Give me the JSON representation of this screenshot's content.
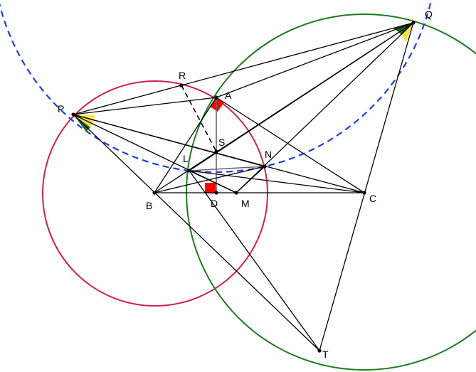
{
  "diagram": {
    "colors": {
      "line": "#000000",
      "altitude": "#666666",
      "circle_red": "#d0214a",
      "circle_green": "#1f7a1f",
      "circle_blue": "#1f3fe0",
      "right_angle": "#ff0000",
      "angle_dark": "#1f6b1f",
      "angle_light": "#ffe14d"
    },
    "points": {
      "A": {
        "label": "A"
      },
      "B": {
        "label": "B"
      },
      "C": {
        "label": "C"
      },
      "D": {
        "label": "D"
      },
      "M": {
        "label": "M"
      },
      "L": {
        "label": "L"
      },
      "N": {
        "label": "N"
      },
      "S": {
        "label": "S"
      },
      "P": {
        "label": "P"
      },
      "Q": {
        "label": "Q"
      },
      "R": {
        "label": "R"
      },
      "T": {
        "label": "T"
      }
    }
  }
}
